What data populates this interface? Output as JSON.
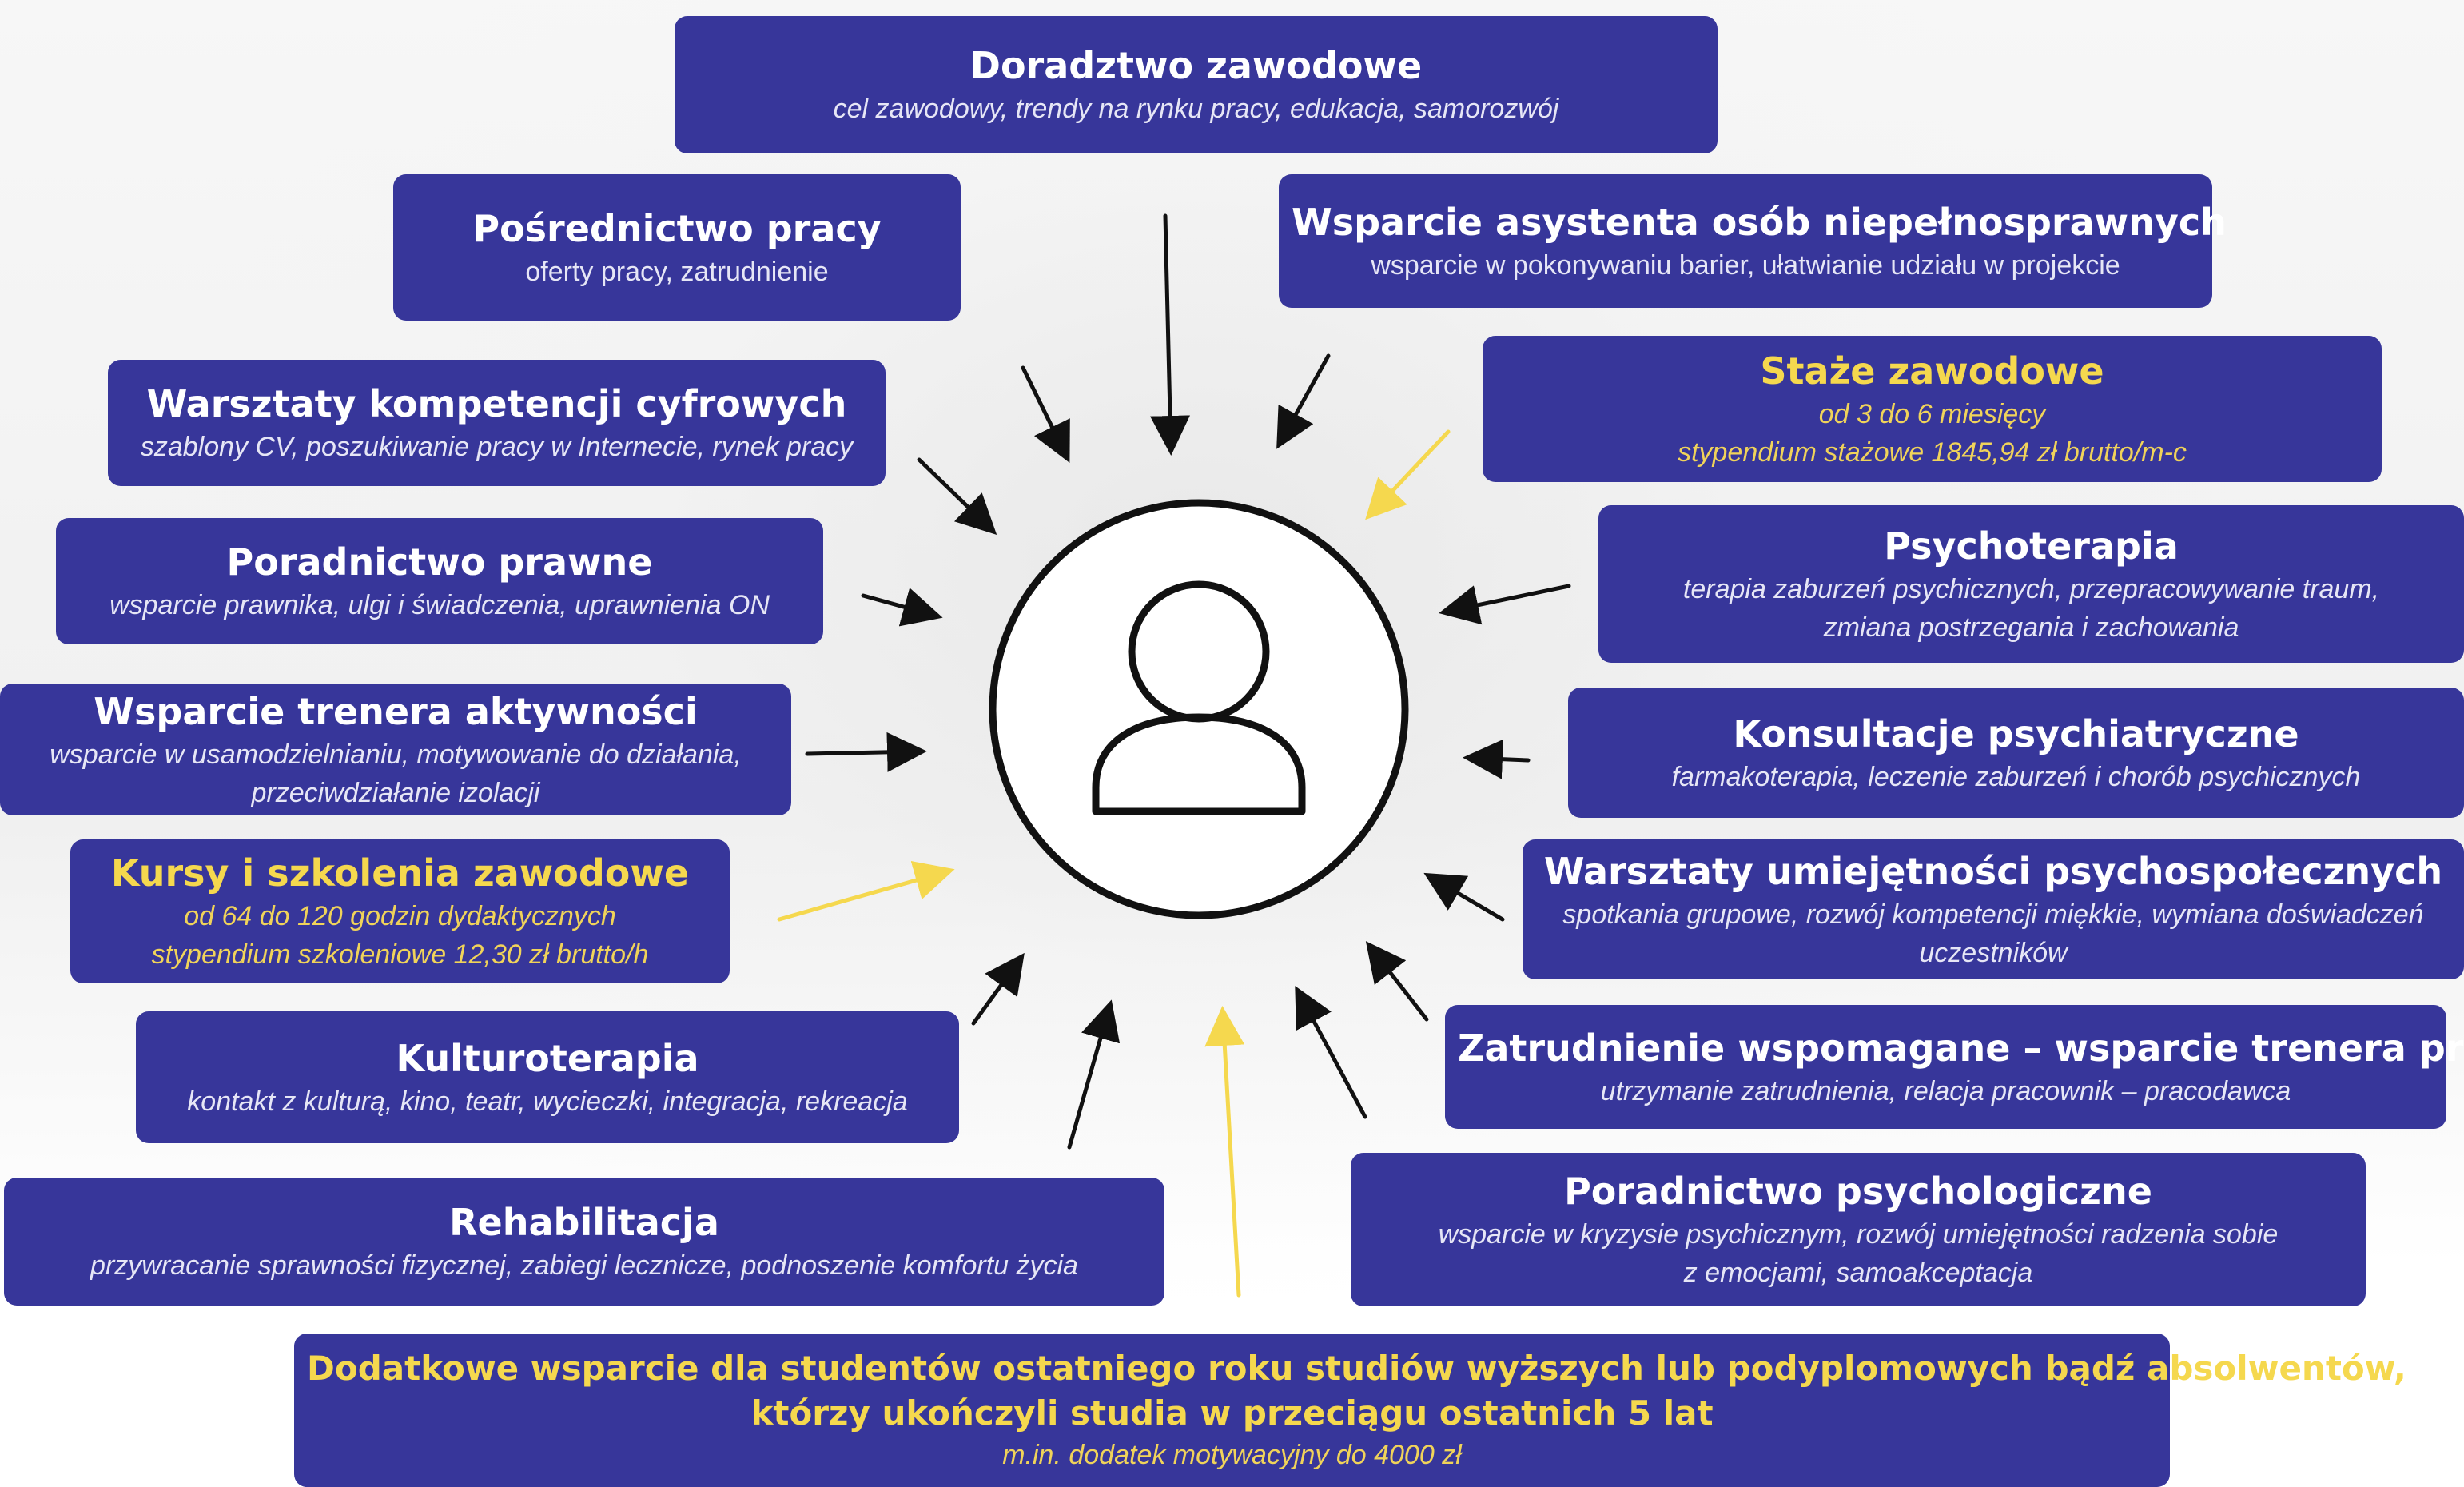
{
  "colors": {
    "box_background": "#37369a",
    "text": "#ffffff",
    "highlight": "#f5d84e",
    "arrow_default": "#111111",
    "arrow_highlight": "#f5d84e"
  },
  "center": {
    "icon": "user-icon"
  },
  "boxes": {
    "doradztwo": {
      "title": "Doradztwo zawodowe",
      "lines": [
        "cel zawodowy, trendy na rynku pracy, edukacja, samorozwój"
      ]
    },
    "posrednictwo": {
      "title": "Pośrednictwo pracy",
      "lines": [
        "oferty pracy, zatrudnienie"
      ]
    },
    "asystent": {
      "title": "Wsparcie asystenta osób niepełnosprawnych",
      "lines": [
        "wsparcie w pokonywaniu barier, ułatwianie udziału w projekcie"
      ]
    },
    "warsztaty_cyfrowe": {
      "title": "Warsztaty kompetencji cyfrowych",
      "lines": [
        "szablony CV, poszukiwanie pracy w Internecie, rynek pracy"
      ]
    },
    "staze": {
      "title": "Staże zawodowe",
      "lines": [
        "od 3 do 6 miesięcy",
        "stypendium stażowe 1845,94 zł brutto/m-c"
      ]
    },
    "prawne": {
      "title": "Poradnictwo prawne",
      "lines": [
        "wsparcie prawnika, ulgi i świadczenia, uprawnienia ON"
      ]
    },
    "psychoterapia": {
      "title": "Psychoterapia",
      "lines": [
        "terapia zaburzeń psychicznych, przepracowywanie traum,",
        "zmiana postrzegania i zachowania"
      ]
    },
    "trener_aktywnosci": {
      "title": "Wsparcie trenera aktywności",
      "lines": [
        "wsparcie w usamodzielnianiu, motywowanie do działania,",
        "przeciwdziałanie izolacji"
      ]
    },
    "konsultacje": {
      "title": "Konsultacje psychiatryczne",
      "lines": [
        "farmakoterapia, leczenie zaburzeń i chorób psychicznych"
      ]
    },
    "kursy": {
      "title": "Kursy i szkolenia zawodowe",
      "lines": [
        "od 64 do 120 godzin dydaktycznych",
        "stypendium szkoleniowe 12,30 zł brutto/h"
      ]
    },
    "psychospoleczne": {
      "title": "Warsztaty umiejętności psychospołecznych",
      "lines": [
        "spotkania grupowe, rozwój kompetencji miękkie, wymiana doświadczeń",
        "uczestników"
      ]
    },
    "kulturoterapia": {
      "title": "Kulturoterapia",
      "lines": [
        "kontakt z kulturą, kino, teatr, wycieczki, integracja, rekreacja"
      ]
    },
    "zatrudnienie": {
      "title": "Zatrudnienie wspomagane – wsparcie trenera pracy",
      "lines": [
        "utrzymanie zatrudnienia, relacja pracownik – pracodawca"
      ]
    },
    "rehabilitacja": {
      "title": "Rehabilitacja",
      "lines": [
        "przywracanie sprawności fizycznej, zabiegi lecznicze, podnoszenie komfortu życia"
      ]
    },
    "psychologiczne": {
      "title": "Poradnictwo psychologiczne",
      "lines": [
        "wsparcie w  kryzysie psychicznym, rozwój umiejętności radzenia sobie",
        "z emocjami, samoakceptacja"
      ]
    },
    "studenci": {
      "title_lines": [
        "Dodatkowe wsparcie dla studentów ostatniego roku studiów wyższych lub podyplomowych bądź absolwentów,",
        "którzy ukończyli studia w przeciągu ostatnich 5 lat"
      ],
      "lines": [
        "m.in. dodatek motywacyjny do 4000 zł"
      ]
    }
  }
}
